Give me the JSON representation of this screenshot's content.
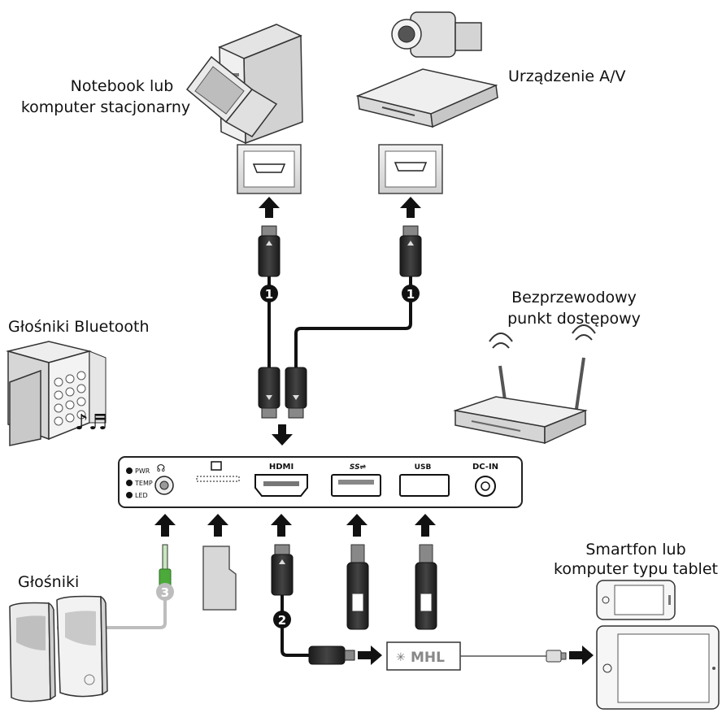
{
  "labels": {
    "computer_line1": "Notebook lub",
    "computer_line2": "komputer stacjonarny",
    "av_device": "Urządzenie A/V",
    "bt_speakers": "Głośniki Bluetooth",
    "ap_line1": "Bezprzewodowy",
    "ap_line2": "punkt dostępowy",
    "speakers": "Głośniki",
    "smart_line1": "Smartfon lub",
    "smart_line2": "komputer typu tablet"
  },
  "panel": {
    "pwr": "PWR",
    "temp": "TEMP",
    "led": "LED",
    "hdmi": "HDMI",
    "usb_label": "USB",
    "dcin": "DC-IN"
  },
  "mhl_label": "MHL",
  "badges": {
    "hdmi_cable": "1",
    "mhl_cable": "2",
    "audio_cable": "3"
  },
  "colors": {
    "black": "#111111",
    "grey": "#bdbdbd",
    "green": "#4caa3a",
    "panel": "#ffffff"
  }
}
